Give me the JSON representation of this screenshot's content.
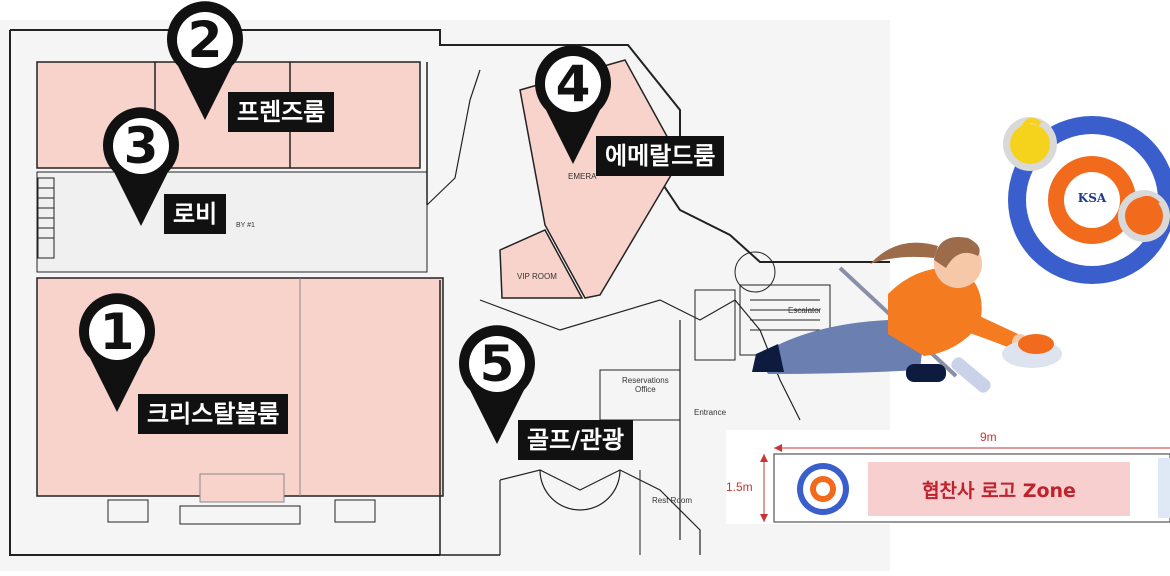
{
  "floorplan": {
    "labels": {
      "emerald": "EMERA",
      "vip_room": "VIP ROOM",
      "lobby_sign": "BY #1",
      "escalator": "Escalator",
      "reservations": "Reservations\nOffice",
      "entrance": "Entrance",
      "restroom": "Rest Room"
    }
  },
  "markers": [
    {
      "number": "1",
      "label": "크리스탈볼룸"
    },
    {
      "number": "2",
      "label": "프렌즈룸"
    },
    {
      "number": "3",
      "label": "로비"
    },
    {
      "number": "4",
      "label": "에메랄드룸"
    },
    {
      "number": "5",
      "label": "골프/관광"
    }
  ],
  "colors": {
    "room_fill": "#f7d3cc",
    "plan_bg": "#f5f5f5",
    "marker": "#111111",
    "target_blue": "#3a5fcd",
    "target_orange": "#f26b1d",
    "zone_bg": "#f7cfcf",
    "zone_text": "#c0212c"
  },
  "logo": {
    "text": "KSA"
  },
  "spec": {
    "width_label": "9m",
    "height_label": "1.5m",
    "zone_text": "협찬사 로고 Zone"
  }
}
